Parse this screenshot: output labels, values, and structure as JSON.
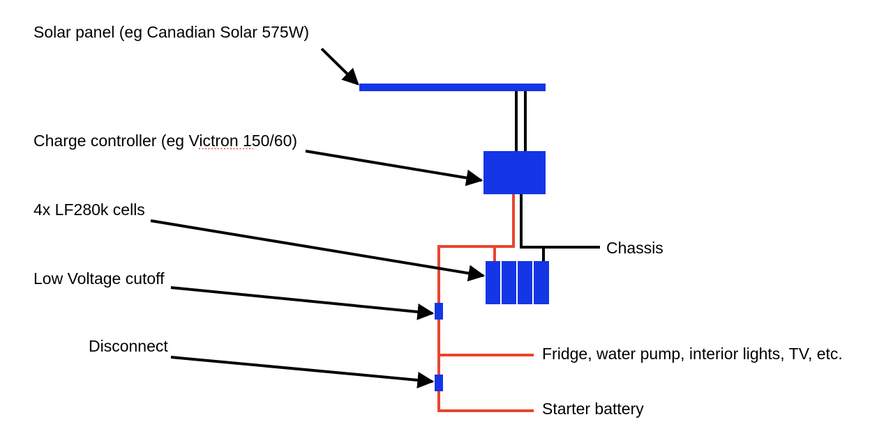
{
  "colors": {
    "component": "#1436e6",
    "positive_wire": "#e8452f",
    "negative_wire": "#000000",
    "annotation_arrow": "#000000"
  },
  "labels": {
    "solar_panel": "Solar panel (eg Canadian Solar 575W)",
    "charge_controller_prefix": "Charge controller (eg ",
    "charge_controller_brand": "Victron",
    "charge_controller_suffix": " 150/60)",
    "cells": "4x LF280k cells",
    "low_voltage_cutoff": "Low Voltage cutoff",
    "disconnect": "Disconnect",
    "chassis": "Chassis",
    "loads": "Fridge, water pump, interior lights, TV, etc.",
    "starter_battery": "Starter battery"
  }
}
